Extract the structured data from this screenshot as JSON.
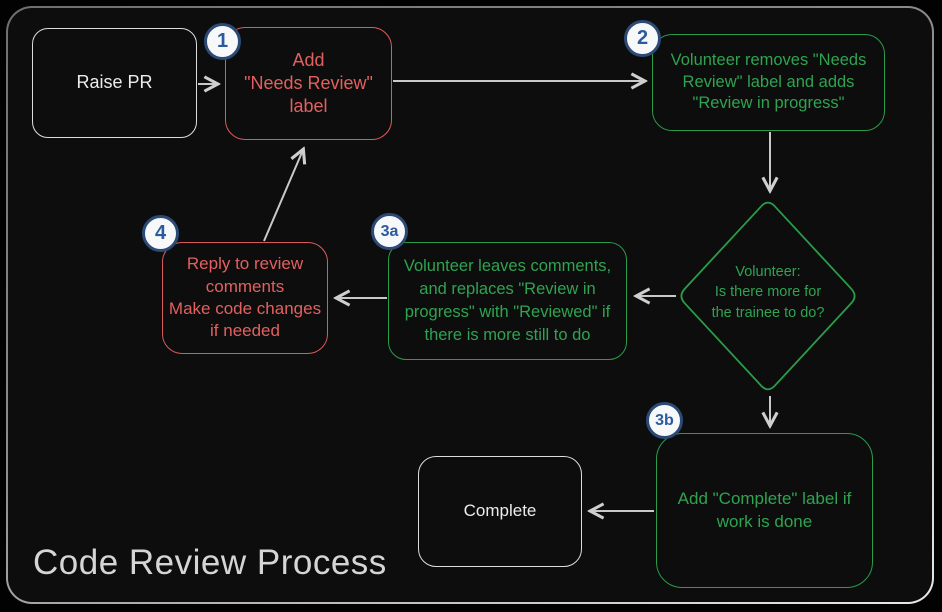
{
  "title": "Code Review Process",
  "colors": {
    "background": "#0d0d0d",
    "red_accent": "#e2605f",
    "green_accent": "#2fa351",
    "neutral_stroke": "#dcdcdc",
    "arrow": "#c9c9c9",
    "badge_border": "#2b4a76",
    "badge_text": "#2b5b9d",
    "badge_fill": "#f7f8fa"
  },
  "nodes": {
    "raise_pr": {
      "label": "Raise PR"
    },
    "step1": {
      "badge": "1",
      "label": "Add\n\"Needs Review\"\nlabel"
    },
    "step2": {
      "badge": "2",
      "label": "Volunteer removes \"Needs\nReview\" label and adds\n\"Review in progress\""
    },
    "decision": {
      "label": "Volunteer:\nIs there more for\nthe trainee to do?"
    },
    "step3a": {
      "badge": "3a",
      "label": "Volunteer leaves comments,\nand replaces \"Review in\nprogress\" with \"Reviewed\" if\nthere is more still to do"
    },
    "step3b": {
      "badge": "3b",
      "label": "Add \"Complete\" label if\nwork is done"
    },
    "step4": {
      "badge": "4",
      "label": "Reply to review\ncomments\nMake code changes\nif needed"
    },
    "complete": {
      "label": "Complete"
    }
  }
}
